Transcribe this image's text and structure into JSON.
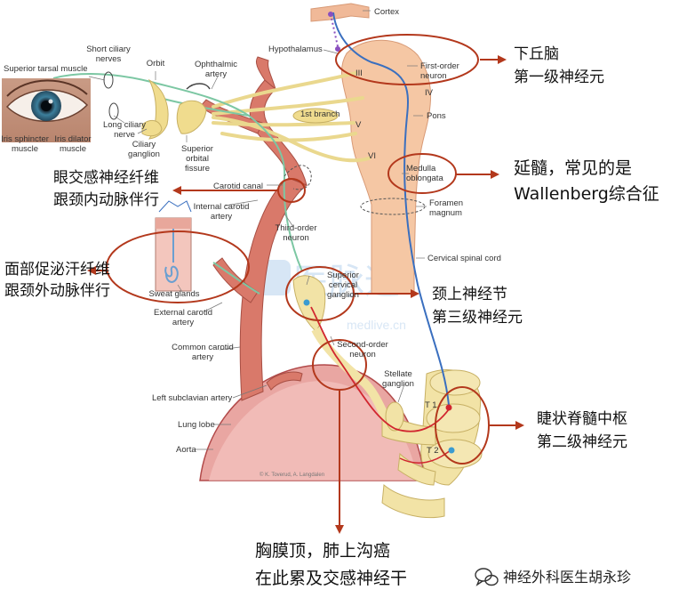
{
  "labels": {
    "cortex": "Cortex",
    "hypothalamus": "Hypothalamus",
    "first_order_neuron": [
      "First-order",
      "neuron"
    ],
    "cn3": "III",
    "cn4": "IV",
    "cn5": "V",
    "cn6": "VI",
    "pons": "Pons",
    "first_branch": "1st branch",
    "medulla": [
      "Medulla",
      "oblongata"
    ],
    "foramen": [
      "Foramen",
      "magnum"
    ],
    "cervical_cord": "Cervical spinal cord",
    "superior_tarsal": "Superior tarsal muscle",
    "short_ciliary": [
      "Short ciliary",
      "nerves"
    ],
    "orbit": "Orbit",
    "ophthalmic": [
      "Ophthalmic",
      "artery"
    ],
    "long_ciliary": [
      "Long ciliary",
      "nerve"
    ],
    "ciliary_ganglion": [
      "Ciliary",
      "ganglion"
    ],
    "sup_orbital": [
      "Superior",
      "orbital",
      "fissure"
    ],
    "iris_sphincter": [
      "Iris sphincter",
      "muscle"
    ],
    "iris_dilator": [
      "Iris dilator",
      "muscle"
    ],
    "carotid_canal": "Carotid canal",
    "internal_carotid": [
      "Internal carotid",
      "artery"
    ],
    "third_order": [
      "Third-order",
      "neuron"
    ],
    "sweat_glands": "Sweat glands",
    "sup_cervical": [
      "Superior",
      "cervical",
      "ganglion"
    ],
    "external_carotid": [
      "External carotid",
      "artery"
    ],
    "common_carotid": [
      "Common carotid",
      "artery"
    ],
    "second_order": [
      "Second-order",
      "neuron"
    ],
    "stellate": [
      "Stellate",
      "ganglion"
    ],
    "left_subclavian": "Left subclavian artery",
    "t1": "T 1",
    "t2": "T 2",
    "lung_lobe": "Lung lobe",
    "aorta": "Aorta",
    "credit": "© K. Toverud, A. Langdalen",
    "watermark_url": "medlive.cn"
  },
  "annotations": {
    "hypothalamus_zh": [
      "下丘脑",
      "第一级神经元"
    ],
    "medulla_zh": [
      "延髓，常见的是",
      "Wallenberg综合征"
    ],
    "ica_zh": [
      "眼交感神经纤维",
      "跟颈内动脉伴行"
    ],
    "eca_zh": [
      "面部促泌汗纤维",
      "跟颈外动脉伴行"
    ],
    "scg_zh": [
      "颈上神经节",
      "第三级神经元"
    ],
    "ciliospinal_zh": [
      "睫状脊髓中枢",
      "第二级神经元"
    ],
    "apex_zh": [
      "胸膜顶，肺上沟癌",
      "在此累及交感神经干"
    ]
  },
  "account": "神经外科医生胡永珍",
  "colors": {
    "annotation_red": "#b3381c",
    "artery": "#d9796a",
    "brainstem": "#f5c7a4",
    "nerve_yellow": "#ead88e",
    "sympathetic_green": "#7cc7a3",
    "first_order_blue": "#3a6fbf",
    "second_order_red": "#d1262f"
  }
}
